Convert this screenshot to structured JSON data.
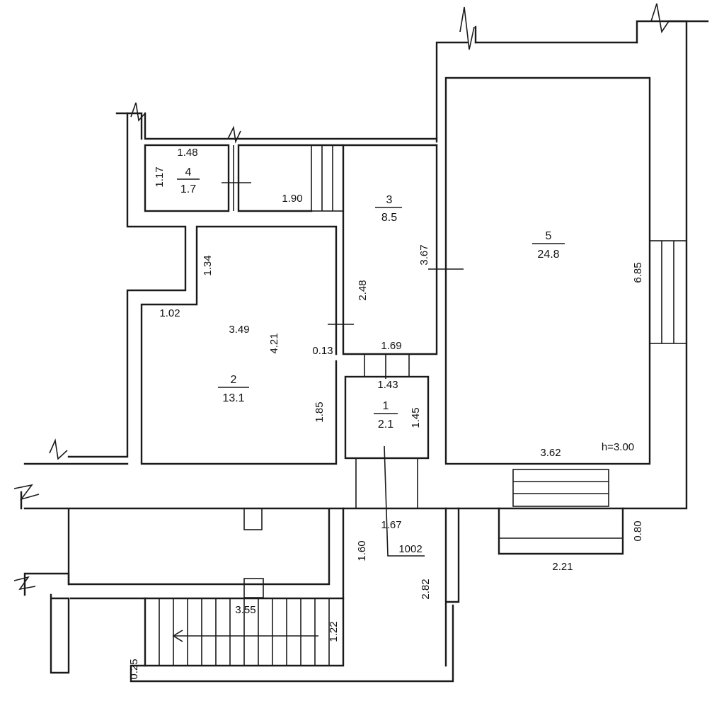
{
  "rooms": [
    {
      "number": "1",
      "area": "2.1"
    },
    {
      "number": "2",
      "area": "13.1"
    },
    {
      "number": "3",
      "area": "8.5"
    },
    {
      "number": "4",
      "area": "1.7"
    },
    {
      "number": "5",
      "area": "24.8"
    }
  ],
  "dimensions": {
    "d1_48": "1.48",
    "d1_17": "1.17",
    "d1_90": "1.90",
    "d1_34": "1.34",
    "d1_02": "1.02",
    "d3_49": "3.49",
    "d4_21": "4.21",
    "d2_48": "2.48",
    "d3_67": "3.67",
    "d0_13": "0.13",
    "d1_69": "1.69",
    "d1_43": "1.43",
    "d1_45": "1.45",
    "d1_85": "1.85",
    "d6_85": "6.85",
    "d3_62": "3.62",
    "height": "h=3.00",
    "d1_67": "1.67",
    "d1_60": "1.60",
    "d2_82": "2.82",
    "d0_80": "0.80",
    "d2_21": "2.21",
    "d3_55": "3.55",
    "d1_22": "1.22",
    "d0_25": "0.25"
  },
  "marker": "1002",
  "colors": {
    "line": "#1a1a1a",
    "background": "#ffffff"
  }
}
